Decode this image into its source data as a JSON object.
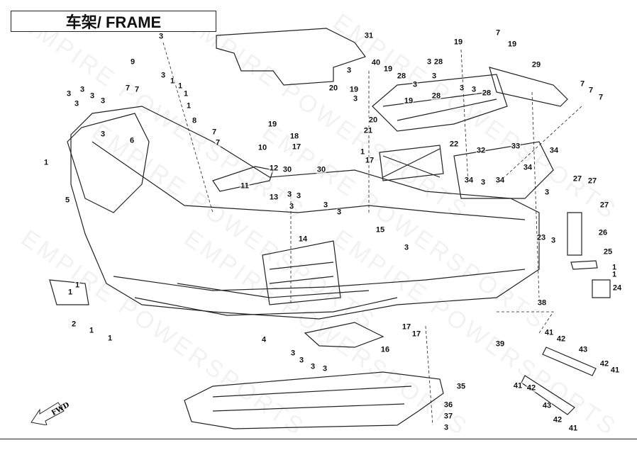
{
  "title": "车架/ FRAME",
  "watermark": "EMPIRE POWERSPORTS",
  "direction_label": "FWD",
  "callouts": [
    "3",
    "9",
    "3",
    "1",
    "1",
    "1",
    "1",
    "3",
    "3",
    "3",
    "7",
    "7",
    "3",
    "3",
    "3",
    "6",
    "8",
    "7",
    "7",
    "10",
    "1",
    "5",
    "12",
    "30",
    "30",
    "11",
    "13",
    "3",
    "3",
    "3",
    "3",
    "3",
    "14",
    "15",
    "31",
    "40",
    "3",
    "19",
    "19",
    "7",
    "19",
    "3",
    "28",
    "28",
    "3",
    "19",
    "3",
    "28",
    "3",
    "28",
    "29",
    "3",
    "7",
    "7",
    "7",
    "20",
    "19",
    "3",
    "19",
    "20",
    "21",
    "18",
    "17",
    "1",
    "17",
    "22",
    "32",
    "33",
    "34",
    "34",
    "34",
    "3",
    "34",
    "3",
    "27",
    "27",
    "27",
    "26",
    "23",
    "3",
    "25",
    "1",
    "1",
    "24",
    "38",
    "39",
    "41",
    "42",
    "43",
    "42",
    "41",
    "41",
    "42",
    "43",
    "42",
    "41",
    "35",
    "36",
    "37",
    "3",
    "16",
    "17",
    "17",
    "3",
    "3",
    "3",
    "3",
    "4",
    "2",
    "1",
    "1",
    "1",
    "1",
    "3"
  ]
}
